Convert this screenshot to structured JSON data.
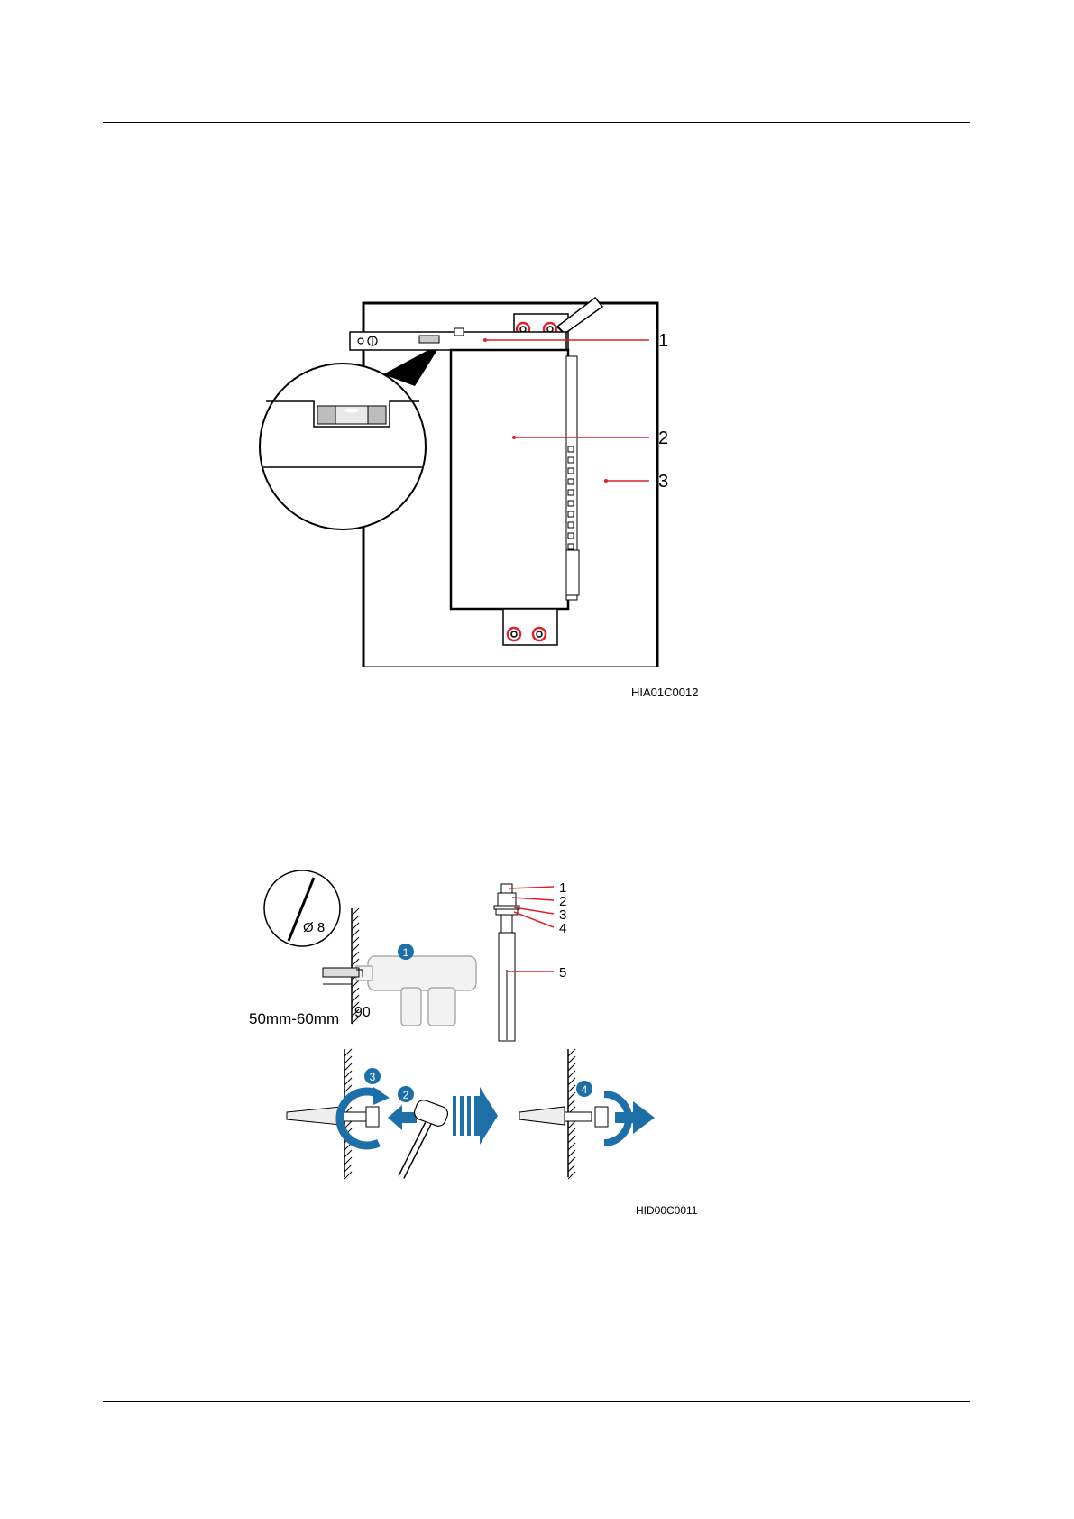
{
  "figure1": {
    "callouts": [
      "1",
      "2",
      "3"
    ],
    "code": "HIA01C0012"
  },
  "figure2": {
    "drill_diameter": "Ø 8",
    "drill_depth": "50mm-60mm",
    "angle": "90",
    "steps": [
      "1",
      "2",
      "3",
      "4"
    ],
    "bolt_parts": [
      "1",
      "2",
      "3",
      "4",
      "5"
    ],
    "code": "HID00C0011"
  },
  "colors": {
    "callout": "#e0202a",
    "step": "#1d6fa8",
    "line": "#000000"
  }
}
